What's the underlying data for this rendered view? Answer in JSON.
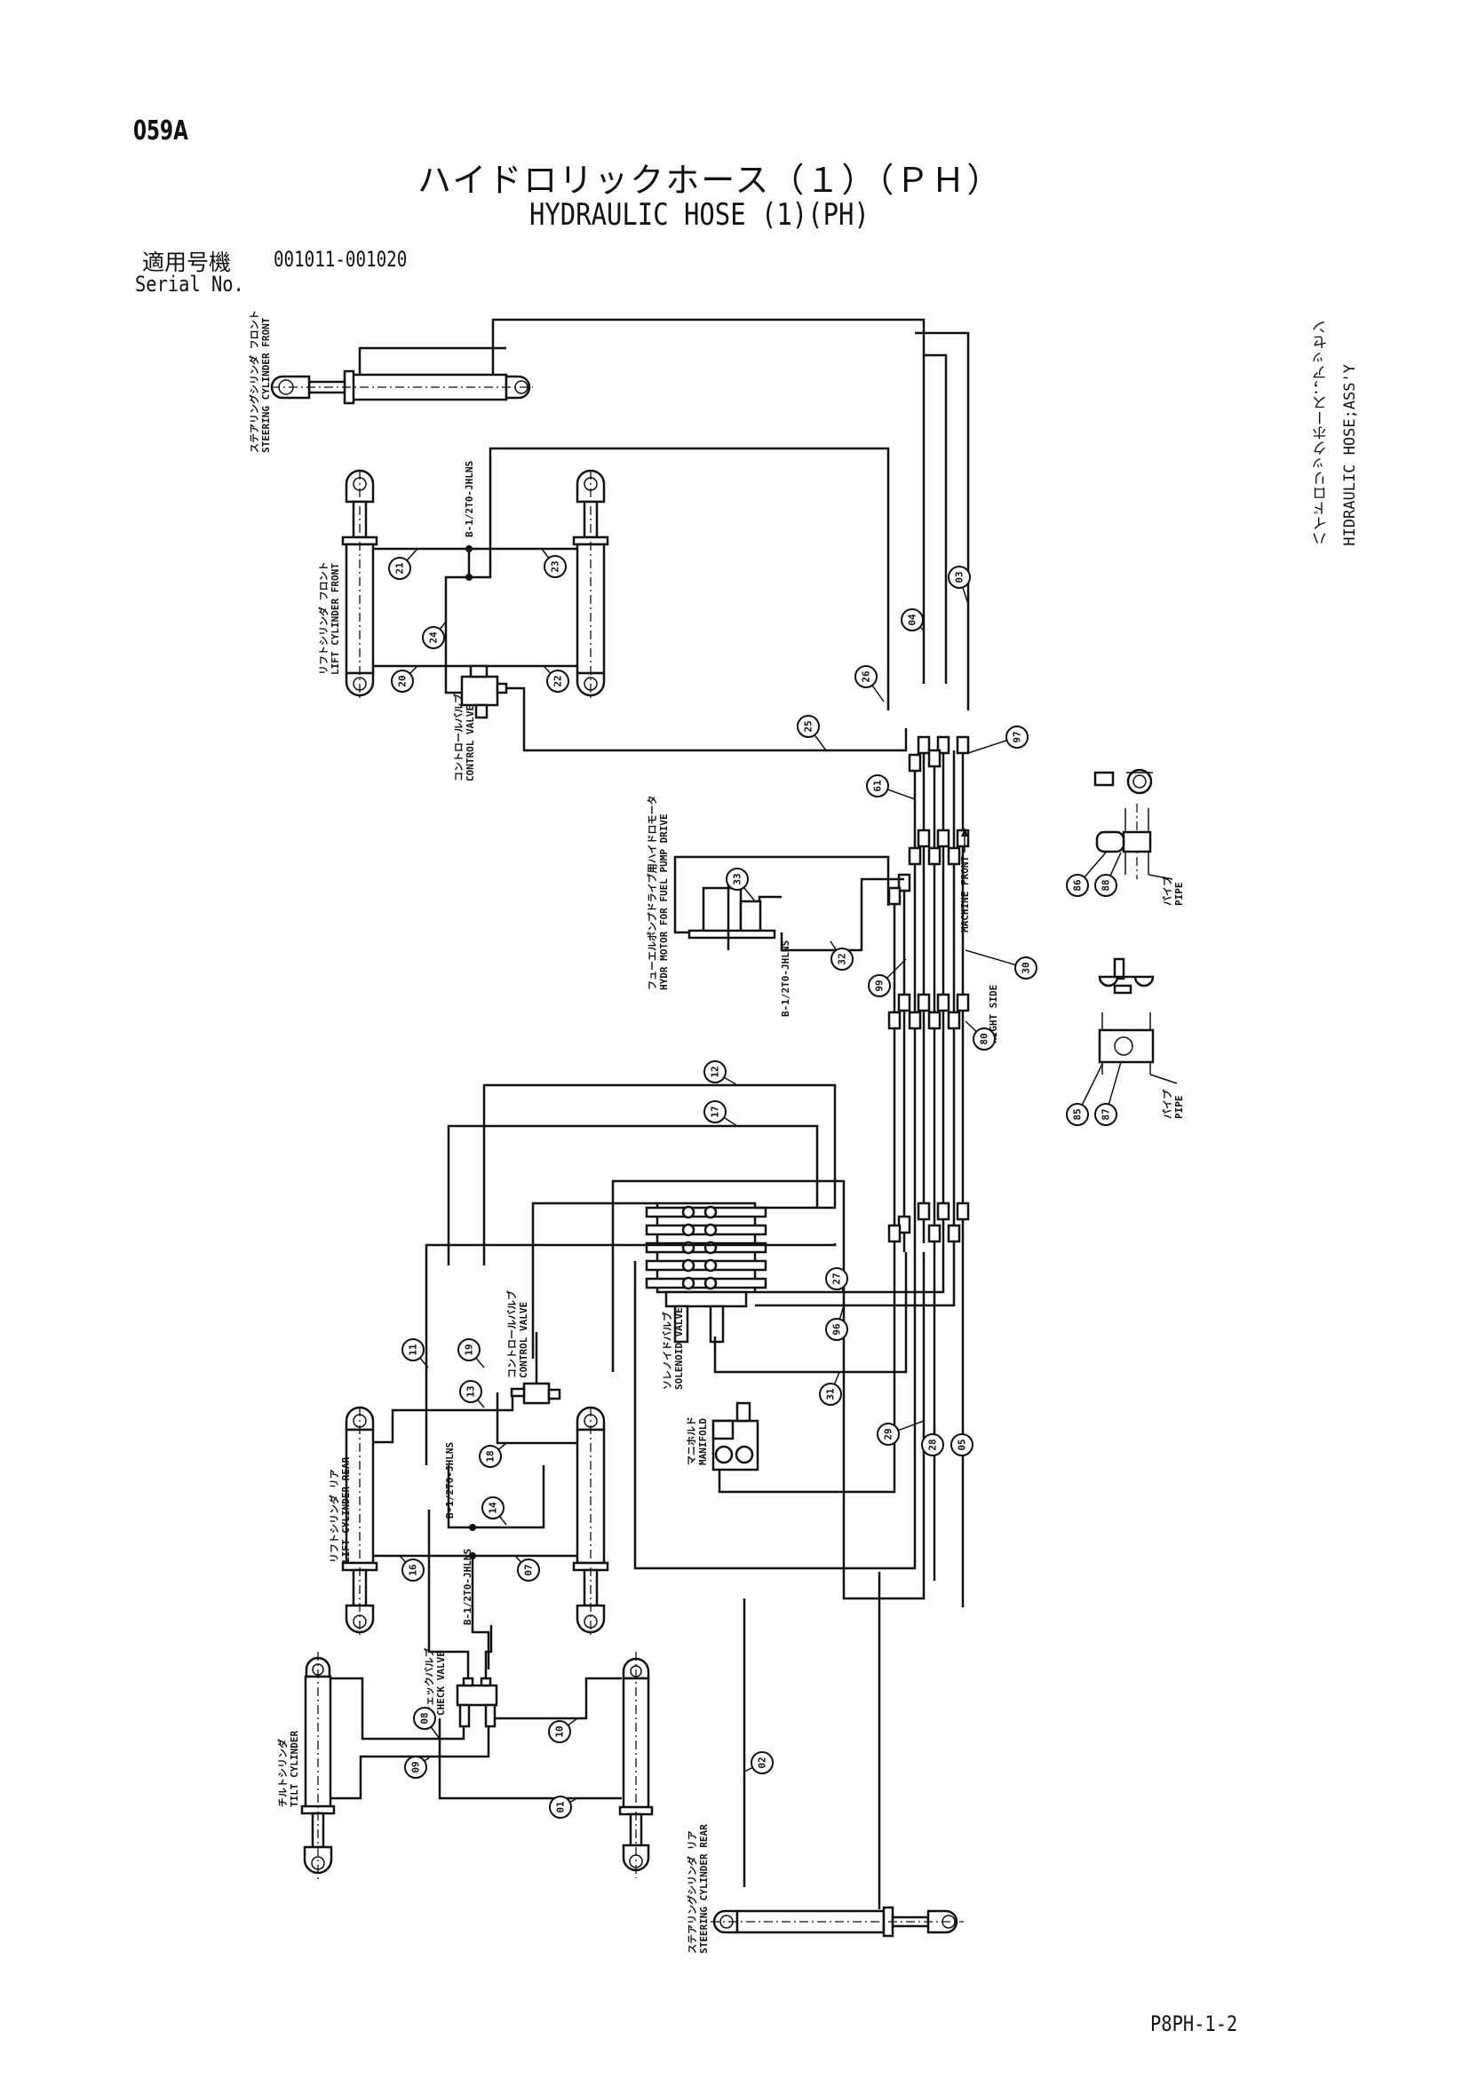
{
  "header": {
    "code": "059A",
    "title_jp": "ハイドロリックホース（１）（ＰＨ）",
    "title_en": "HYDRAULIC HOSE (1)(PH)",
    "serial_label_jp": "適用号機",
    "serial_value": "001011-001020",
    "serial_label_en": "Serial No."
  },
  "side_label": {
    "jp": "ハイドロリックホース；アッセン",
    "en": "HIDRAULIC HOSE;ASS'Y"
  },
  "footer": {
    "page": "P8PH-1-2"
  },
  "components": {
    "steering_front": {
      "jp": "ステアリングシリンダ フロント",
      "en": "STEERING CYLINDER FRONT"
    },
    "lift_front": {
      "jp": "リフトシリンダ フロント",
      "en": "LIFT CYLINDER FRONT"
    },
    "control_valve_front": {
      "jp": "コントロールバルブ",
      "en": "CONTROL VALVE"
    },
    "hydr_motor": {
      "jp": "フューエルポンプドライブ用ハイドロモータ",
      "en": "HYDR MOTOR FOR FUEL PUMP DRIVE"
    },
    "solenoid_valve": {
      "jp": "ソレノイドバルブ",
      "en": "SOLENOID VALVE"
    },
    "manifold": {
      "jp": "マニホルド",
      "en": "MANIFOLD"
    },
    "control_valve_rear": {
      "jp": "コントロールバルブ",
      "en": "CONTROL VALVE"
    },
    "lift_rear": {
      "jp": "リフトシリンダ リア",
      "en": "LIFT CYLINDER REAR"
    },
    "check_valve": {
      "jp": "チェックバルブ",
      "en": "CHECK VALVE"
    },
    "tilt_cylinder": {
      "jp": "チルトシリンダ",
      "en": "TILT CYLINDER"
    },
    "steering_rear": {
      "jp": "ステアリングシリンダ リア",
      "en": "STEERING CYLINDER REAR"
    },
    "pipe_upper": {
      "jp": "パイプ",
      "en": "PIPE"
    },
    "pipe_lower": {
      "jp": "パイプ",
      "en": "PIPE"
    }
  },
  "annotations": {
    "machine_front": "MACHINE FRONT",
    "right_side": "RIGHT SIDE",
    "fitting_a": "B-1/2T0-JHLNS",
    "fitting_b": "B-1/2T0-JHLNS",
    "fitting_c": "B-1/2T0-JHLNS",
    "fitting_d": "B-1/2T0-JHLNS"
  },
  "balloons": [
    "21",
    "23",
    "24",
    "20",
    "22",
    "25",
    "26",
    "04",
    "03",
    "97",
    "61",
    "30",
    "33",
    "32",
    "99",
    "80",
    "12",
    "17",
    "27",
    "96",
    "31",
    "29",
    "28",
    "05",
    "11",
    "19",
    "13",
    "18",
    "14",
    "16",
    "07",
    "08",
    "09",
    "10",
    "01",
    "02",
    "86",
    "88",
    "85",
    "87"
  ]
}
